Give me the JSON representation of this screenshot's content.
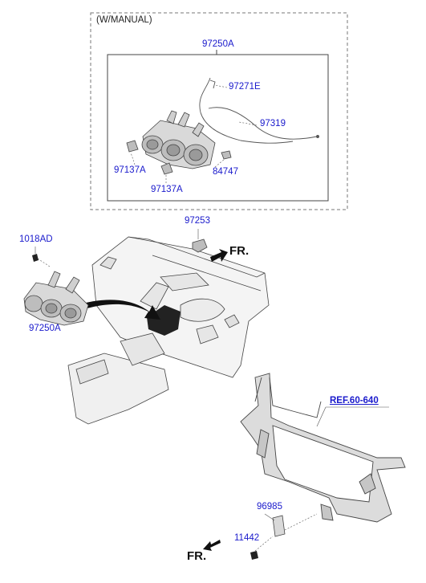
{
  "manual_box": {
    "title": "(W/MANUAL)"
  },
  "labels": {
    "p97250A_top": "97250A",
    "p97271E": "97271E",
    "p97319": "97319",
    "p97137A_a": "97137A",
    "p84747": "84747",
    "p97137A_b": "97137A",
    "p97253": "97253",
    "p1018AD": "1018AD",
    "p97250A_main": "97250A",
    "ref": "REF.60-640",
    "p96985": "96985",
    "p11442": "11442"
  },
  "directions": {
    "fr_top": "FR.",
    "fr_bottom": "FR."
  },
  "colors": {
    "callout": "#1a1acc",
    "line": "#444444",
    "part_fill": "#d9d9d9",
    "shade": "#a8a8a8"
  }
}
